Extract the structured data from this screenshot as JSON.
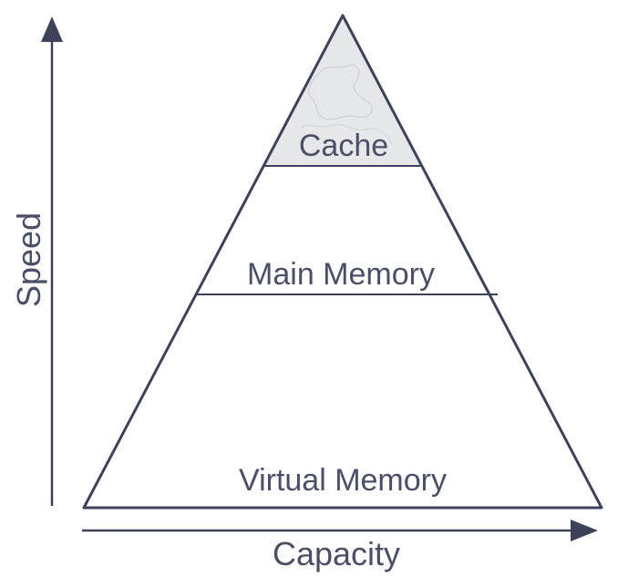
{
  "diagram": {
    "type": "memory-hierarchy-pyramid",
    "levels": [
      {
        "label": "Cache",
        "shaded": true
      },
      {
        "label": "Main Memory",
        "shaded": false
      },
      {
        "label": "Virtual Memory",
        "shaded": false
      }
    ],
    "axes": {
      "vertical_label": "Speed",
      "horizontal_label": "Capacity"
    },
    "colors": {
      "line": "#3e4258",
      "text": "#4a4f66",
      "cache_fill": "#e6e7ea",
      "background": "#ffffff"
    }
  }
}
